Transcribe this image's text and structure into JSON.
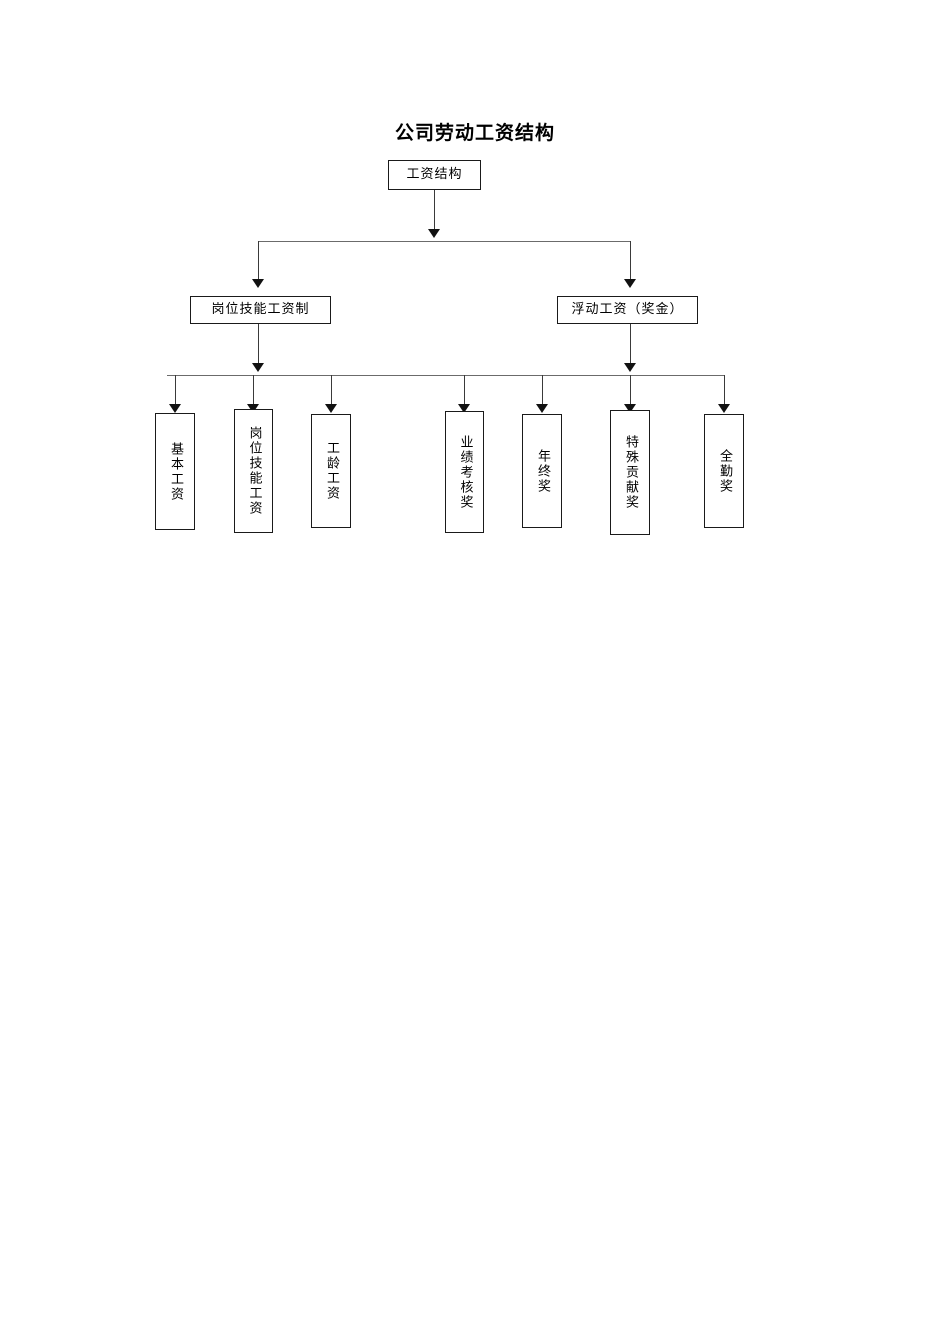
{
  "document": {
    "title": "公司劳动工资结构",
    "page_background": "#ffffff",
    "line_color": "#3a3a3a",
    "box_border_color": "#1a1a1a",
    "text_color": "#000000"
  },
  "chart_data": {
    "type": "diagram",
    "diagram_kind": "organizational-tree",
    "title": "公司劳动工资结构",
    "orientation": "top-down",
    "levels": 3,
    "root": {
      "id": "root",
      "label": "工资结构",
      "text_orientation": "horizontal"
    },
    "level2": [
      {
        "id": "skill-wage-system",
        "label": "岗位技能工资制",
        "text_orientation": "horizontal"
      },
      {
        "id": "floating-wage",
        "label": "浮动工资（奖金）",
        "text_orientation": "horizontal"
      }
    ],
    "level3": [
      {
        "id": "basic-wage",
        "label": "基本工资",
        "parent": "skill-wage-system",
        "text_orientation": "vertical"
      },
      {
        "id": "post-skill-wage",
        "label": "岗位技能工资",
        "parent": "skill-wage-system",
        "text_orientation": "vertical"
      },
      {
        "id": "seniority-wage",
        "label": "工龄工资",
        "parent": "skill-wage-system",
        "text_orientation": "vertical"
      },
      {
        "id": "performance-bonus",
        "label": "业绩考核奖",
        "parent": "floating-wage",
        "text_orientation": "vertical"
      },
      {
        "id": "year-end-bonus",
        "label": "年终奖",
        "parent": "floating-wage",
        "text_orientation": "vertical"
      },
      {
        "id": "special-contribution-bonus",
        "label": "特殊贡献奖",
        "parent": "floating-wage",
        "text_orientation": "vertical"
      },
      {
        "id": "full-attendance-bonus",
        "label": "全勤奖",
        "parent": "floating-wage",
        "text_orientation": "vertical"
      }
    ],
    "edges": [
      {
        "from": "root",
        "to": "skill-wage-system"
      },
      {
        "from": "root",
        "to": "floating-wage"
      },
      {
        "from": "skill-wage-system",
        "to": "basic-wage"
      },
      {
        "from": "skill-wage-system",
        "to": "post-skill-wage"
      },
      {
        "from": "skill-wage-system",
        "to": "seniority-wage"
      },
      {
        "from": "floating-wage",
        "to": "performance-bonus"
      },
      {
        "from": "floating-wage",
        "to": "year-end-bonus"
      },
      {
        "from": "floating-wage",
        "to": "special-contribution-bonus"
      },
      {
        "from": "floating-wage",
        "to": "full-attendance-bonus"
      }
    ]
  }
}
